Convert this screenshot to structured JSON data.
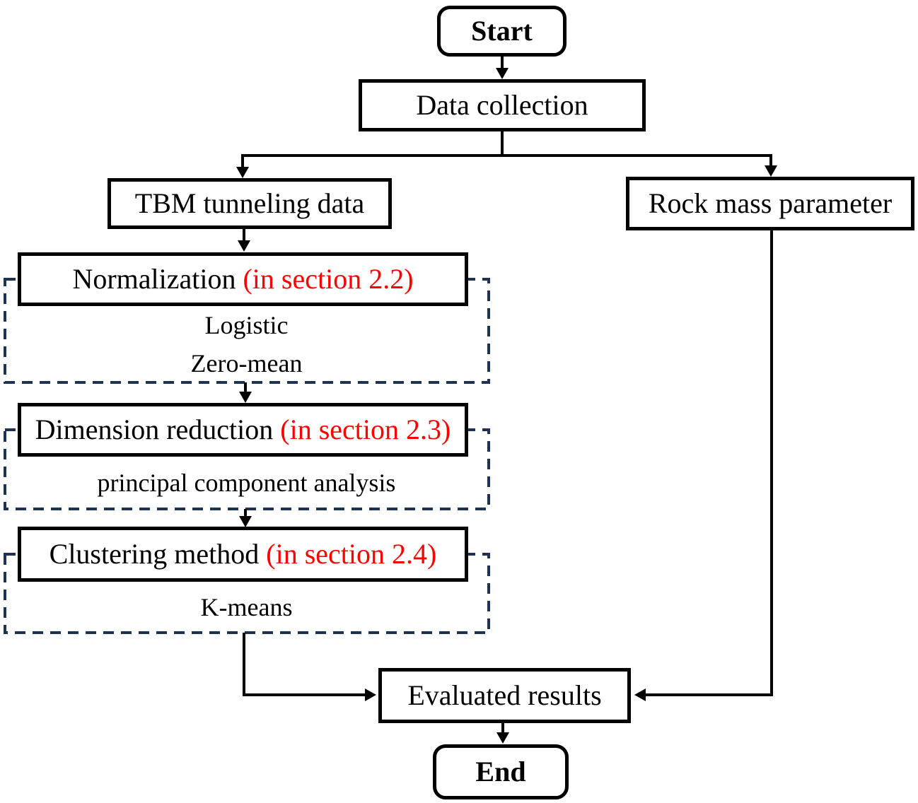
{
  "diagram": {
    "type": "flowchart",
    "colors": {
      "line": "#000000",
      "box_border": "#000000",
      "box_background": "#ffffff",
      "dashed_border": "#1c3354",
      "section_ref_text": "#ff0000",
      "text": "#000000"
    },
    "nodes": {
      "start": {
        "label": "Start"
      },
      "data_collection": {
        "label": "Data collection"
      },
      "tbm_data": {
        "label": "TBM tunneling data"
      },
      "rock_mass": {
        "label": "Rock mass parameter"
      },
      "normalization": {
        "label": "Normalization",
        "section": "(in section 2.2)",
        "methods": [
          "Logistic",
          "Zero-mean"
        ]
      },
      "dimension_reduction": {
        "label": "Dimension reduction",
        "section": "(in section 2.3)",
        "methods": [
          "principal component analysis"
        ]
      },
      "clustering": {
        "label": "Clustering method",
        "section": "(in section 2.4)",
        "methods": [
          "K-means"
        ]
      },
      "evaluated_results": {
        "label": "Evaluated results"
      },
      "end": {
        "label": "End"
      }
    },
    "edges": [
      "start -> data_collection",
      "data_collection -> tbm_data",
      "data_collection -> rock_mass",
      "tbm_data -> normalization",
      "normalization -> dimension_reduction",
      "dimension_reduction -> clustering",
      "clustering -> evaluated_results",
      "rock_mass -> evaluated_results",
      "evaluated_results -> end"
    ]
  }
}
